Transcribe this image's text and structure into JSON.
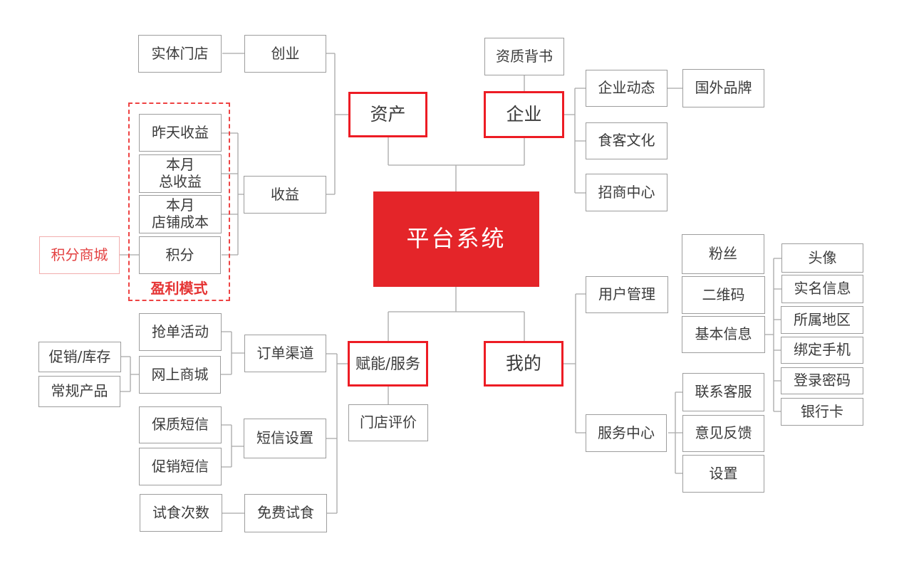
{
  "colors": {
    "center_fill": "#e42529",
    "center_text": "#ffffff",
    "highlight_border": "#ed1c24",
    "box_border": "#9d9d9d",
    "connector": "#a8a8a8",
    "dashed_border": "#ee4343",
    "soft_red_border": "#f2adad",
    "red_text": "#e34040",
    "text": "#3b3b3b"
  },
  "nodes": {
    "platform": {
      "label": "平台系统"
    },
    "assets": {
      "label": "资产"
    },
    "startup": {
      "label": "创业"
    },
    "physical_store": {
      "label": "实体门店"
    },
    "income": {
      "label": "收益"
    },
    "yesterday_income": {
      "label": "昨天收益"
    },
    "month_total_income": {
      "label": "本月\n总收益"
    },
    "month_store_cost": {
      "label": "本月\n店铺成本"
    },
    "points": {
      "label": "积分"
    },
    "points_mall": {
      "label": "积分商城"
    },
    "profit_model": {
      "label": "盈利模式"
    },
    "enterprise": {
      "label": "企业"
    },
    "qualification": {
      "label": "资质背书"
    },
    "enterprise_news": {
      "label": "企业动态"
    },
    "foreign_brands": {
      "label": "国外品牌"
    },
    "diner_culture": {
      "label": "食客文化"
    },
    "investment_center": {
      "label": "招商中心"
    },
    "empower_service": {
      "label": "赋能/服务"
    },
    "order_channels": {
      "label": "订单渠道"
    },
    "grab_orders": {
      "label": "抢单活动"
    },
    "online_mall": {
      "label": "网上商城"
    },
    "promo_inventory": {
      "label": "促销/库存"
    },
    "regular_products": {
      "label": "常规产品"
    },
    "sms_settings": {
      "label": "短信设置"
    },
    "quality_sms": {
      "label": "保质短信"
    },
    "promo_sms": {
      "label": "促销短信"
    },
    "free_trial": {
      "label": "免费试食"
    },
    "trial_count": {
      "label": "试食次数"
    },
    "store_reviews": {
      "label": "门店评价"
    },
    "mine": {
      "label": "我的"
    },
    "user_mgmt": {
      "label": "用户管理"
    },
    "fans": {
      "label": "粉丝"
    },
    "qr_code": {
      "label": "二维码"
    },
    "basic_info": {
      "label": "基本信息"
    },
    "avatar": {
      "label": "头像"
    },
    "real_name": {
      "label": "实名信息"
    },
    "region": {
      "label": "所属地区"
    },
    "bind_phone": {
      "label": "绑定手机"
    },
    "login_password": {
      "label": "登录密码"
    },
    "bank_card": {
      "label": "银行卡"
    },
    "service_center": {
      "label": "服务中心"
    },
    "contact_support": {
      "label": "联系客服"
    },
    "feedback": {
      "label": "意见反馈"
    },
    "settings": {
      "label": "设置"
    }
  }
}
